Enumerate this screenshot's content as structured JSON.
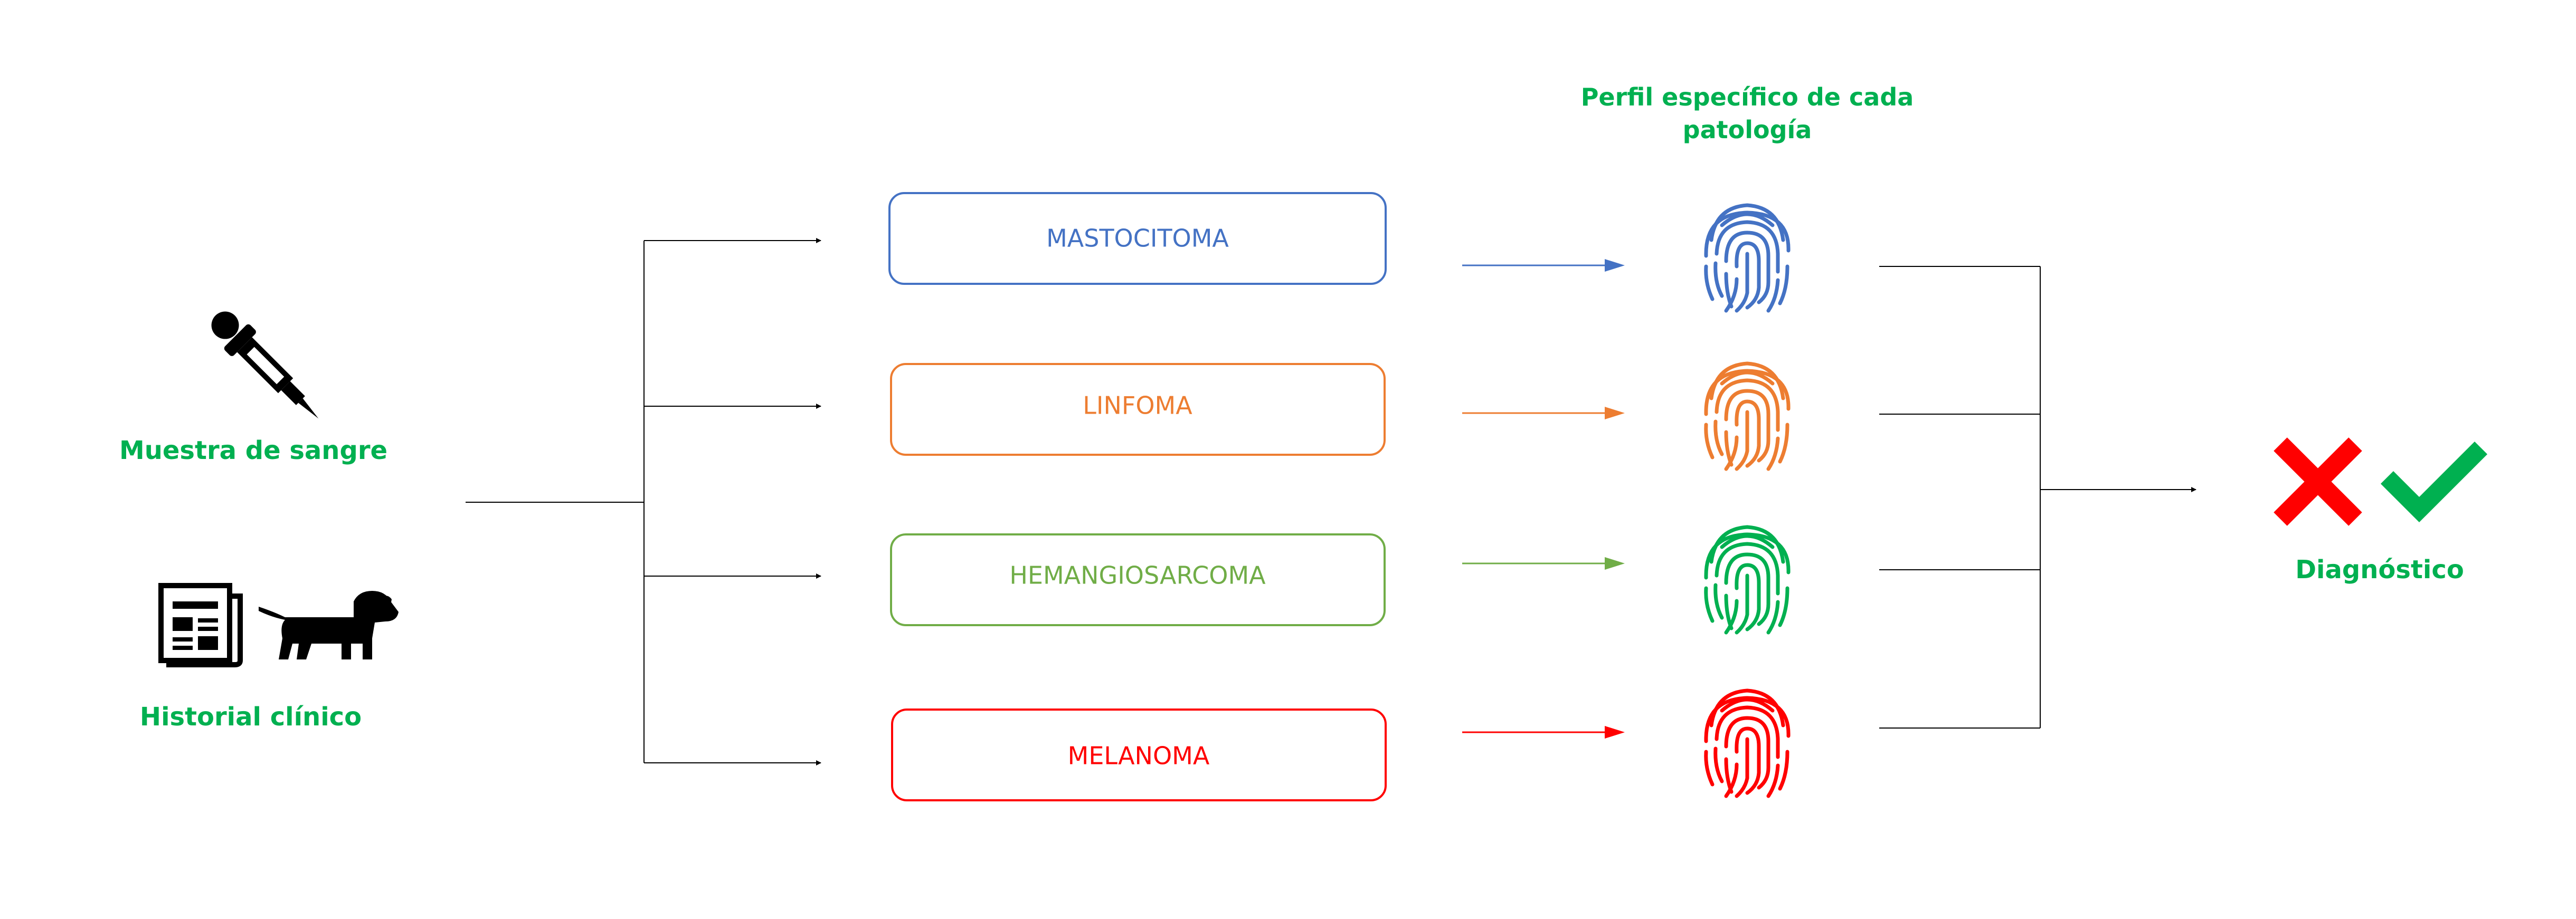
{
  "inputs": {
    "blood_label": "Muestra de sangre",
    "history_label": "Historial clínico"
  },
  "pathologies": [
    {
      "label": "MASTOCITOMA",
      "color": "#4472c4"
    },
    {
      "label": "LINFOMA",
      "color": "#ed7d31"
    },
    {
      "label": "HEMANGIOSARCOMA",
      "color": "#70ad47"
    },
    {
      "label": "MELANOMA",
      "color": "#ff0000"
    }
  ],
  "profile_title_line1": "Perfil específico de cada",
  "profile_title_line2": "patología",
  "diagnosis_label": "Diagnóstico",
  "colors": {
    "accent_green": "#00b050",
    "cross_red": "#ff0000",
    "check_green": "#00b050",
    "line": "#000000"
  },
  "icons": [
    "dropper-icon",
    "clinical-record-icon",
    "dog-icon",
    "fingerprint-icon",
    "cross-icon",
    "check-icon"
  ]
}
